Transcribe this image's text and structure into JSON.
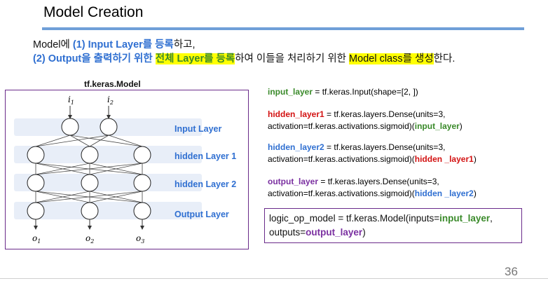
{
  "slide": {
    "title": "Model Creation",
    "page_number": "36"
  },
  "intro": {
    "line1": [
      {
        "text": "Model에 ",
        "style": ""
      },
      {
        "text": "(1) Input Layer",
        "style": "blue"
      },
      {
        "text": "를 등록",
        "style": "blue"
      },
      {
        "text": "하고,",
        "style": ""
      }
    ],
    "line2": [
      {
        "text": "(2) Output",
        "style": "blue"
      },
      {
        "text": "을 출력하기 위한 ",
        "style": "blue"
      },
      {
        "text": "전체 Layer를 등록",
        "style": "green hl"
      },
      {
        "text": "하여 이들을 처리하기 위한 ",
        "style": ""
      },
      {
        "text": "Model class",
        "style": "hl"
      },
      {
        "text": "를 생성",
        "style": "hl"
      },
      {
        "text": "한다.",
        "style": ""
      }
    ]
  },
  "diagram": {
    "title": "tf.keras.Model",
    "input_labels": [
      "i",
      "i"
    ],
    "input_subscripts": [
      "1",
      "2"
    ],
    "output_labels": [
      "o",
      "o",
      "o"
    ],
    "output_subscripts": [
      "1",
      "2",
      "3"
    ],
    "layers": [
      "Input Layer",
      "hidden Layer 1",
      "hidden Layer 2",
      "Output Layer"
    ],
    "colors": {
      "border": "#6a2b8a",
      "band": "#e8eef8",
      "label": "#2f6fd1"
    }
  },
  "code": {
    "input_layer": [
      {
        "text": "input_layer",
        "cls": "g"
      },
      {
        "text": " = tf.keras.Input(shape=[2, ])",
        "cls": ""
      }
    ],
    "hidden1_a": [
      {
        "text": "hidden_layer1",
        "cls": "r"
      },
      {
        "text": " = tf.keras.layers.Dense(units=3,",
        "cls": ""
      }
    ],
    "hidden1_b": [
      {
        "text": "activation=tf.keras.activations.sigmoid)(",
        "cls": ""
      },
      {
        "text": "input_layer",
        "cls": "g"
      },
      {
        "text": ")",
        "cls": ""
      }
    ],
    "hidden2_a": [
      {
        "text": "hidden_layer2",
        "cls": "b"
      },
      {
        "text": " = tf.keras.layers.Dense(units=3,",
        "cls": ""
      }
    ],
    "hidden2_b": [
      {
        "text": "activation=tf.keras.activations.sigmoid)(",
        "cls": ""
      },
      {
        "text": "hidden _layer1",
        "cls": "r"
      },
      {
        "text": ")",
        "cls": ""
      }
    ],
    "output_a": [
      {
        "text": "output_layer",
        "cls": "p"
      },
      {
        "text": " = tf.keras.layers.Dense(units=3,",
        "cls": ""
      }
    ],
    "output_b": [
      {
        "text": "activation=tf.keras.activations.sigmoid)(",
        "cls": ""
      },
      {
        "text": "hidden _layer2",
        "cls": "b"
      },
      {
        "text": ")",
        "cls": ""
      }
    ],
    "model_a": [
      {
        "text": "logic_op_model = tf.keras.Model(inputs=",
        "cls": ""
      },
      {
        "text": "input_layer",
        "cls": "g"
      },
      {
        "text": ",",
        "cls": ""
      }
    ],
    "model_b": [
      {
        "text": "outputs=",
        "cls": ""
      },
      {
        "text": "output_layer",
        "cls": "p"
      },
      {
        "text": ")",
        "cls": ""
      }
    ]
  }
}
